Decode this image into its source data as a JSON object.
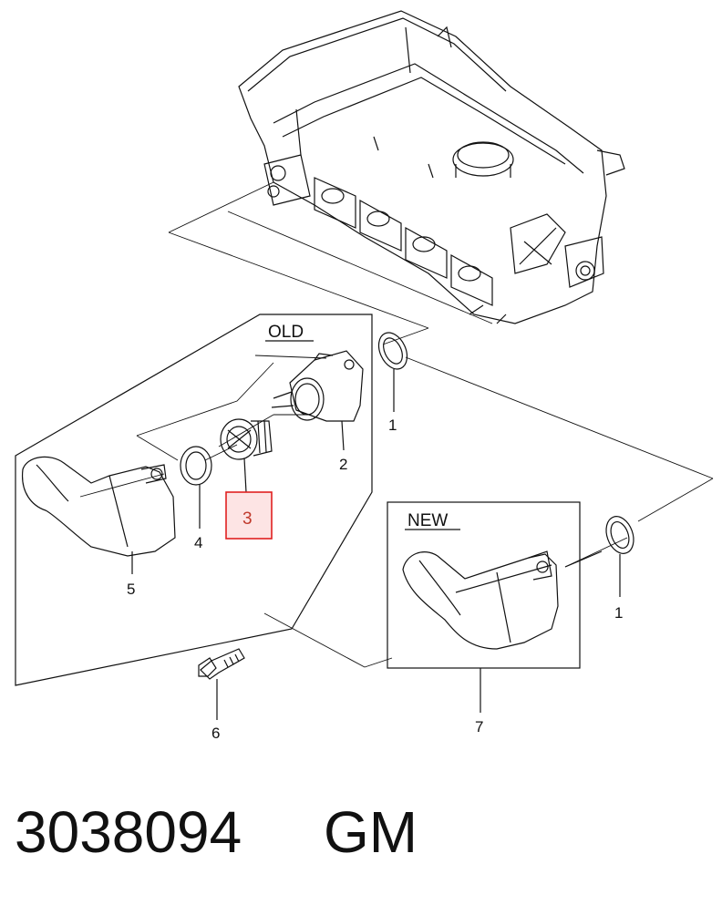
{
  "old_box": {
    "title": "OLD"
  },
  "new_box": {
    "title": "NEW"
  },
  "labels": {
    "p1a": "1",
    "p1b": "1",
    "p2": "2",
    "p3": "3",
    "p4": "4",
    "p5": "5",
    "p6": "6",
    "p7": "7"
  },
  "footer": {
    "part_number": "3038094",
    "brand": "GM"
  },
  "colors": {
    "highlight_border": "#e02020",
    "highlight_fill": "#fde4e4",
    "ink": "#111111"
  }
}
